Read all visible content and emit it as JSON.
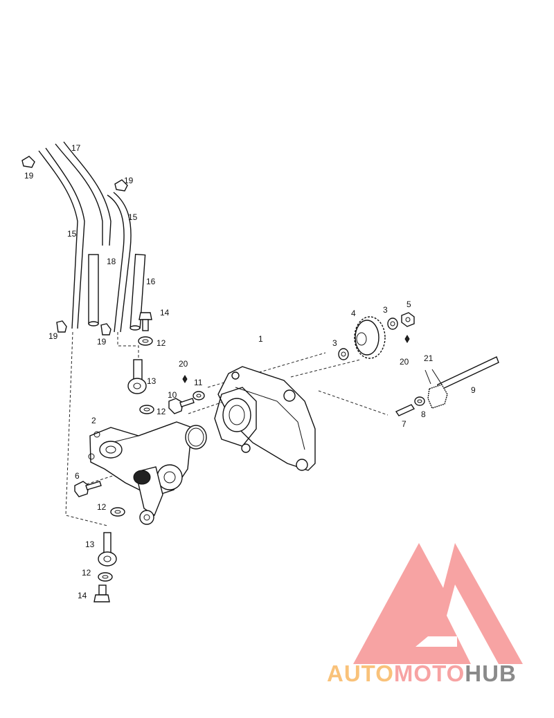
{
  "labels": {
    "l1": "1",
    "l2": "2",
    "l3a": "3",
    "l3b": "3",
    "l4": "4",
    "l5": "5",
    "l6": "6",
    "l7": "7",
    "l8": "8",
    "l9": "9",
    "l10": "10",
    "l11": "11",
    "l12a": "12",
    "l12b": "12",
    "l12c": "12",
    "l12d": "12",
    "l13a": "13",
    "l13b": "13",
    "l14a": "14",
    "l14b": "14",
    "l15a": "15",
    "l15b": "15",
    "l16": "16",
    "l17": "17",
    "l18": "18",
    "l19a": "19",
    "l19b": "19",
    "l19c": "19",
    "l19d": "19",
    "l20a": "20",
    "l20b": "20",
    "l21": "21"
  },
  "watermark": {
    "part1": "AUTO",
    "part2": "MOTO",
    "part3": "HUB",
    "colors": {
      "triangle": "#f7a3a3",
      "auto": "#f9c27a",
      "moto": "#f7a3a3",
      "hub": "#8a8a8a"
    }
  }
}
